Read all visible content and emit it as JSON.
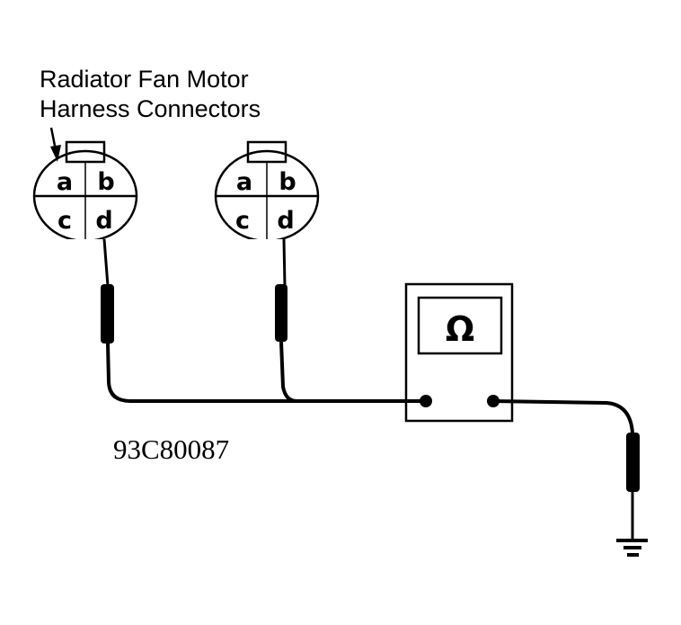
{
  "caption": {
    "line1": "Radiator Fan Motor",
    "line2": "Harness Connectors"
  },
  "connectors": [
    {
      "name": "connector-1",
      "pins": [
        "a",
        "b",
        "c",
        "d"
      ],
      "probed_pin": "d"
    },
    {
      "name": "connector-2",
      "pins": [
        "a",
        "b",
        "c",
        "d"
      ],
      "probed_pin": "d"
    }
  ],
  "meter": {
    "symbol": "Ω",
    "mode": "ohmmeter"
  },
  "ground": {
    "icon": "ground-icon"
  },
  "figure_id": "93C80087",
  "colors": {
    "ink": "#000000",
    "background": "#ffffff"
  }
}
